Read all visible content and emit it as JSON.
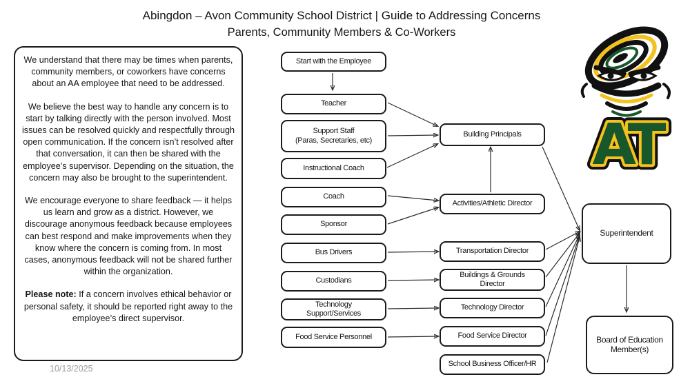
{
  "title": {
    "line1": "Abingdon – Avon Community School District | Guide to Addressing Concerns",
    "line2": "Parents, Community Members & Co-Workers"
  },
  "info_panel": {
    "paragraph1": "We understand that there may be times when parents, community members, or coworkers have concerns about an AA employee that need to be addressed.",
    "paragraph2": "We believe the best way to handle any concern is to start by talking directly with the person involved. Most issues can be resolved quickly and respectfully through open communication. If the concern isn’t resolved after that conversation, it can then be shared with the employee’s supervisor. Depending on the situation, the concern may also be brought to the superintendent.",
    "paragraph3": "We encourage everyone to share feedback — it helps us learn and grow as a district. However, we discourage anonymous feedback because employees can best respond and make improvements when they know where the concern is coming from. In most cases, anonymous feedback will not be shared further within the organization.",
    "note_label": "Please note:",
    "note_text": "If a concern involves ethical behavior or personal safety, it should be reported right away to the employee’s direct supervisor."
  },
  "date": "10/13/2025",
  "flowchart": {
    "start": "Start with the Employee",
    "employees": [
      "Teacher",
      "Support Staff\n(Paras, Secretaries, etc)",
      "Instructional Coach",
      "Coach",
      "Sponsor",
      "Bus Drivers",
      "Custodians",
      "Technology\nSupport/Services",
      "Food Service Personnel"
    ],
    "supervisors": [
      "Building Principals",
      "Activities/Athletic Director",
      "Transportation Director",
      "Buildings & Grounds\nDirector",
      "Technology Director",
      "Food Service Director",
      "School Business Officer/HR"
    ],
    "superintendent": "Superintendent",
    "board": "Board of Education\nMember(s)"
  },
  "logo": {
    "letters": "AT",
    "green": "#18562b",
    "gold": "#f3c21d",
    "black": "#111111"
  }
}
